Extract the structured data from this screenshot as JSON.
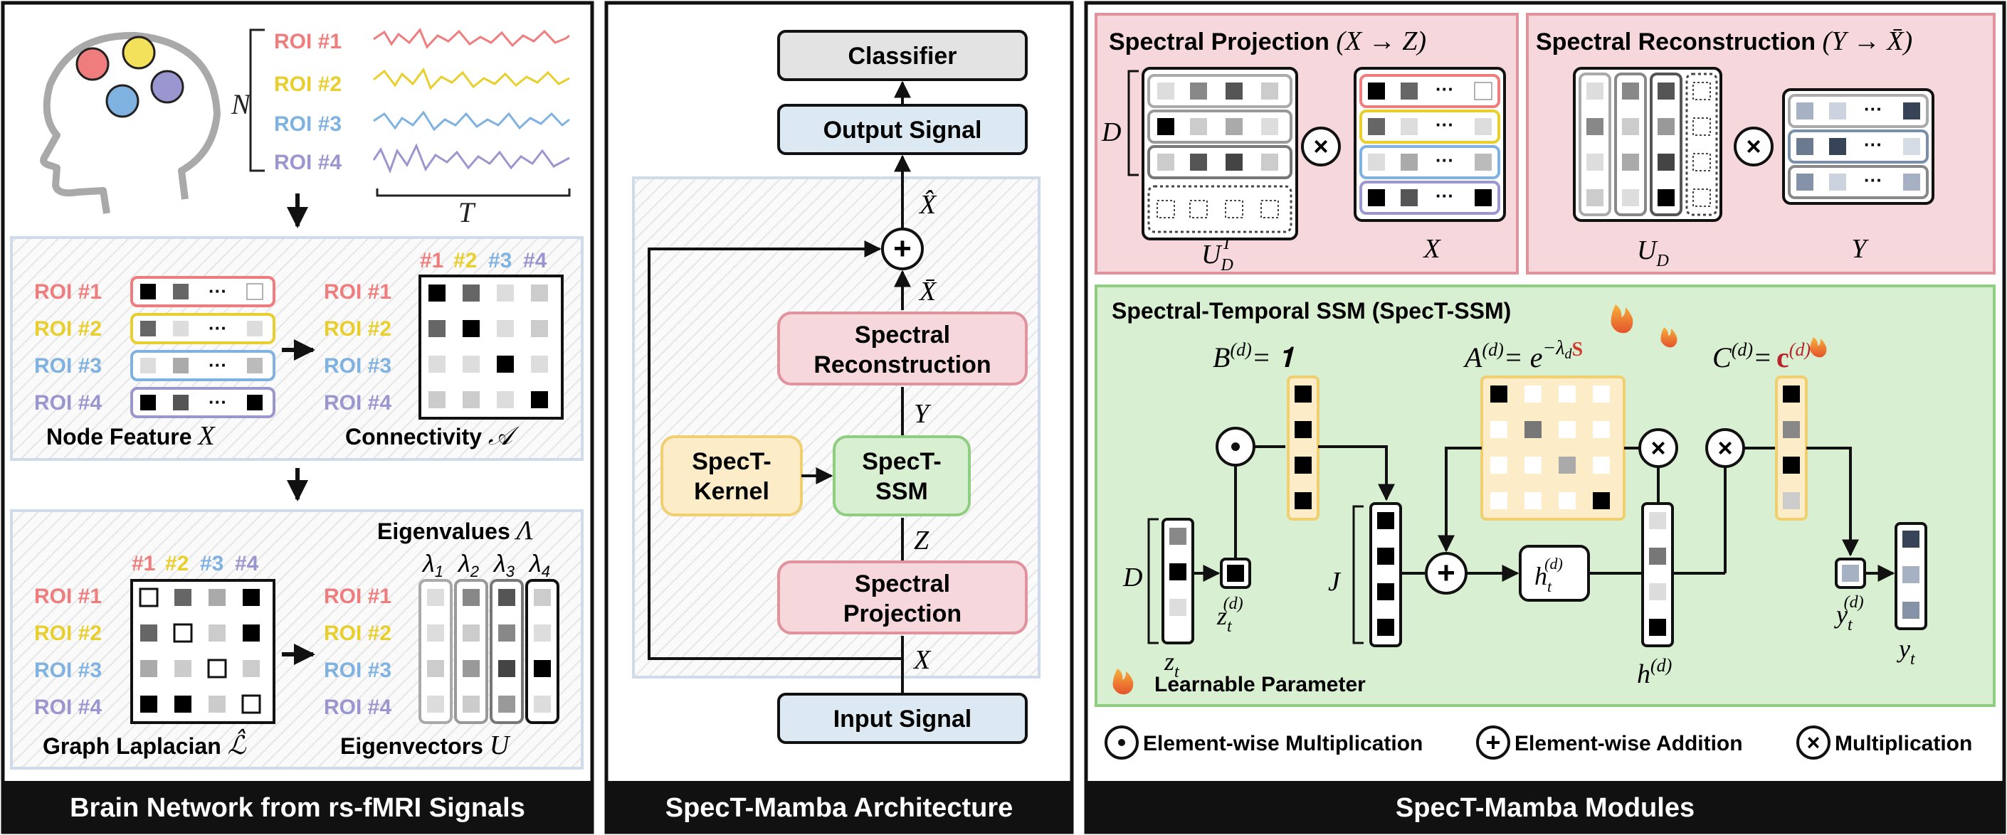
{
  "colors": {
    "roi1": "#f07d7d",
    "roi2": "#e8cf2e",
    "roi3": "#7fb2e0",
    "roi4": "#9a96cf",
    "pink_fill": "#f6d7dc",
    "pink_stroke": "#e0929d",
    "blue_fill": "#dce9f2",
    "yellow_fill": "#fcecc8",
    "yellow_stroke": "#f0cf71",
    "green_fill": "#d8efd2",
    "green_stroke": "#8fcd81",
    "gray_fill": "#e3e3e3",
    "flame": "#e8692f"
  },
  "panel1": {
    "footer": "Brain Network from rs-fMRI Signals",
    "roi_labels": [
      "ROI #1",
      "ROI #2",
      "ROI #3",
      "ROI #4"
    ],
    "col_labels": [
      "#1",
      "#2",
      "#3",
      "#4"
    ],
    "n_label": "N",
    "t_label": "T",
    "node_feature": "Node Feature",
    "node_feature_sym": "X",
    "connectivity": "Connectivity",
    "connectivity_sym": "𝒜",
    "laplacian": "Graph Laplacian",
    "laplacian_sym": "ℒ̂",
    "eigenvectors": "Eigenvectors",
    "eigenvectors_sym": "U",
    "eigenvalues": "Eigenvalues",
    "eigenvalues_sym": "Λ",
    "lambdas": [
      "λ",
      "λ",
      "λ",
      "λ"
    ],
    "lambda_subs": [
      "1",
      "2",
      "3",
      "4"
    ],
    "dots": "···"
  },
  "panel2": {
    "footer": "SpecT-Mamba Architecture",
    "classifier": "Classifier",
    "output_signal": "Output Signal",
    "spectral_reconstruction": [
      "Spectral",
      "Reconstruction"
    ],
    "spect_ssm": [
      "SpecT-",
      "SSM"
    ],
    "spect_kernel": [
      "SpecT-",
      "Kernel"
    ],
    "spectral_projection": [
      "Spectral",
      "Projection"
    ],
    "input_signal": "Input Signal",
    "x_hat": "X̂",
    "x_bar": "X̄",
    "y": "Y",
    "z": "Z",
    "x": "X",
    "plus": "+"
  },
  "panel3": {
    "footer": "SpecT-Mamba Modules",
    "proj_title": "Spectral Projection",
    "proj_map": "(X → Z)",
    "recon_title": "Spectral Reconstruction",
    "recon_map": "(Y → X̄)",
    "ud_t": "U",
    "ud_t_sub": "D",
    "ud_t_sup": "T",
    "x": "X",
    "ud": "U",
    "ud_sub": "D",
    "y": "Y",
    "d": "D",
    "j": "J",
    "ssm_title": "Spectral-Temporal SSM (SpecT-SSM)",
    "b_eq": "B",
    "b_sup": "(d)",
    "b_rhs": "= 𝟏",
    "a_eq": "A",
    "a_sup": "(d)",
    "a_rhs": "= e",
    "a_exp": "−λ",
    "a_exp_sub": "d",
    "a_exp_s": "S",
    "c_eq": "C",
    "c_sup": "(d)",
    "c_rhs": "=",
    "c_learn": "c",
    "c_learn_sup": "(d)",
    "z_t": "z",
    "z_t_sub": "t",
    "zd_t": "z",
    "zd_t_sub": "t",
    "zd_t_sup": "(d)",
    "h_t": "h",
    "h_t_sub": "t",
    "h_t_sup": "(d)",
    "h_d": "h",
    "h_d_sup": "(d)",
    "yd_t": "y",
    "yd_t_sub": "t",
    "yd_t_sup": "(d)",
    "y_t": "y",
    "y_t_sub": "t",
    "learnable": "Learnable Parameter",
    "legend_mul_elem": "Element-wise Multiplication",
    "legend_add_elem": "Element-wise Addition",
    "legend_mul": "Multiplication",
    "dots": "···"
  }
}
